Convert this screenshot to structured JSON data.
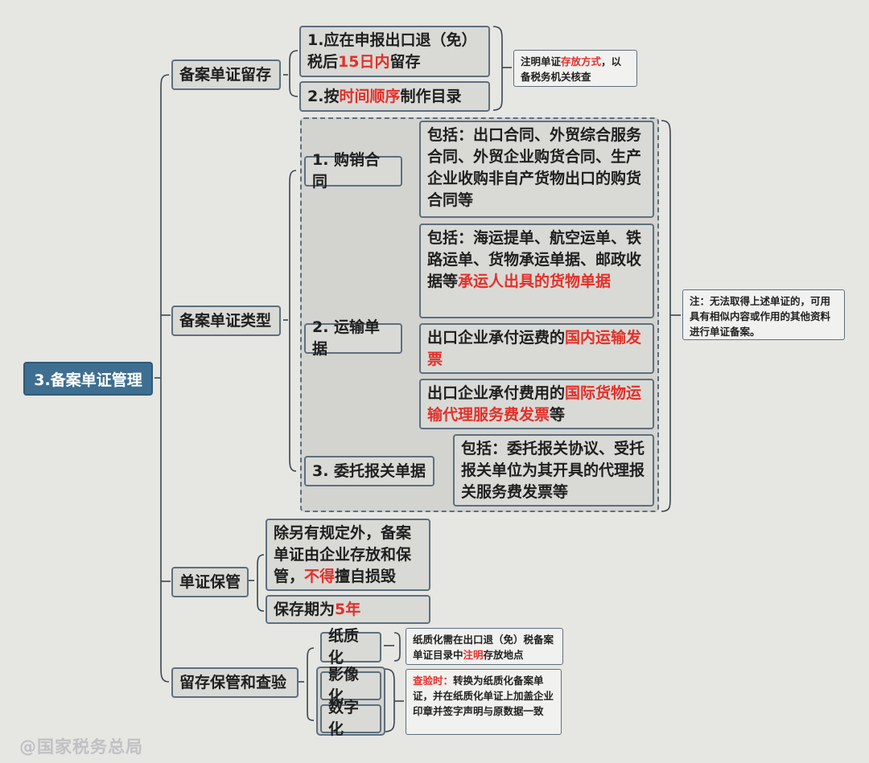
{
  "root": {
    "label": "3.备案单证管理"
  },
  "sections": {
    "s1": {
      "label": "备案单证留存",
      "items": [
        {
          "pre": "1.应在申报出口退（免）税后",
          "red": "15日内",
          "post": "留存"
        },
        {
          "pre": "2.按",
          "red": "时间顺序",
          "post": "制作目录"
        }
      ],
      "note": {
        "pre": "注明单证",
        "red": "存放方式",
        "post": "，以备税务机关核查"
      }
    },
    "s2": {
      "label": "备案单证类型",
      "note": "注：无法取得上述单证的，可用具有相似内容或作用的其他资料进行单证备案。",
      "types": [
        {
          "label": "1. 购销合同",
          "details": [
            {
              "pre": "包括：出口合同、外贸综合服务合同、外贸企业购货合同、生产企业收购非自产货物出口的购货合同等",
              "red": "",
              "post": ""
            }
          ]
        },
        {
          "label": "2. 运输单据",
          "details": [
            {
              "pre": "包括：海运提单、航空运单、铁路运单、货物承运单据、邮政收据等",
              "red": "承运人出具的货物单据",
              "post": ""
            },
            {
              "pre": "出口企业承付运费的",
              "red": "国内运输发票",
              "post": ""
            },
            {
              "pre": "出口企业承付费用的",
              "red": "国际货物运输代理服务费发票",
              "post": "等"
            }
          ]
        },
        {
          "label": "3. 委托报关单据",
          "details": [
            {
              "pre": "包括：委托报关协议、受托报关单位为其开具的代理报关服务费发票等",
              "red": "",
              "post": ""
            }
          ]
        }
      ]
    },
    "s3": {
      "label": "单证保管",
      "items": [
        {
          "pre": "除另有规定外，备案单证由企业存放和保管，",
          "red": "不得",
          "post": "擅自损毁"
        },
        {
          "pre": "保存期为",
          "red": "5年",
          "post": ""
        }
      ]
    },
    "s4": {
      "label": "留存保管和查验",
      "forms": [
        "纸质化",
        "影像化",
        "数字化"
      ],
      "note1": {
        "pre": "纸质化需在出口退（免）税备案单证目录中",
        "red": "注明",
        "post": "存放地点"
      },
      "note2": {
        "pre": "",
        "red": "查验时：",
        "post": "转换为纸质化备案单证，并在纸质化单证上加盖企业印章并签字声明与原数据一致"
      }
    }
  },
  "watermark": "@国家税务总局"
}
